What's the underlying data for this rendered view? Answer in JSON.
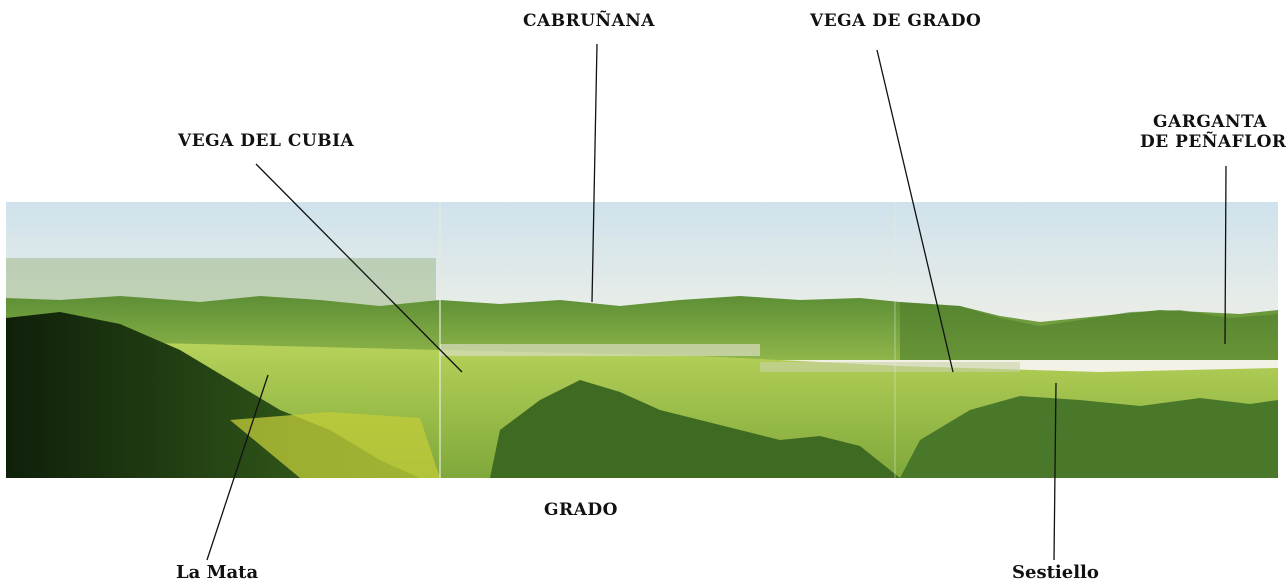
{
  "labels": {
    "cabrunana": "CABRUÑANA",
    "vega_de_grado": "VEGA DE GRADO",
    "vega_del_cubia": "VEGA DEL CUBIA",
    "garganta_line1": "GARGANTA",
    "garganta_line2": "DE PEÑAFLOR",
    "grado": "GRADO",
    "la_mata": "La Mata",
    "sestiello": "Sestiello"
  },
  "colors": {
    "sky_top": "#d6e6ee",
    "sky_bottom": "#f5f3ea",
    "hills": "#6a9a3c",
    "fields": "#a9c84a",
    "shadow": "#1f3a12",
    "ink": "#111111"
  }
}
